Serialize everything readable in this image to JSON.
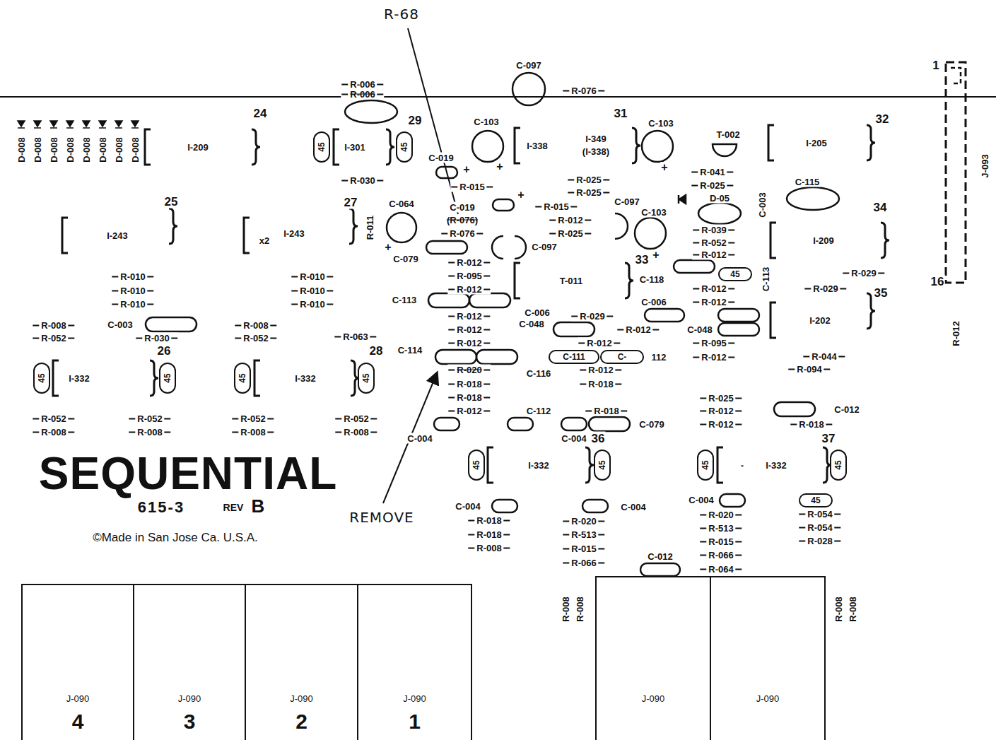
{
  "diagram": {
    "nodes": [
      {
        "text": [
          "45"
        ]
      },
      {
        "text": [
          "45"
        ]
      },
      {
        "text": [
          "45"
        ]
      },
      {
        "text": [
          "C-111"
        ]
      },
      {
        "text": [
          "C-"
        ]
      },
      {
        "text": [
          "45"
        ]
      },
      {
        "text": [
          "45"
        ]
      },
      {
        "text": [
          "45"
        ]
      },
      {
        "text": [
          "45"
        ]
      },
      {
        "text": [
          "45"
        ]
      },
      {
        "text": [
          "45"
        ]
      },
      {
        "text": [
          "45"
        ]
      },
      {
        "text": [
          "45"
        ]
      },
      {
        "text": [
          "45"
        ]
      },
      {
        "text": [
          "J-090",
          "4"
        ]
      },
      {
        "text": [
          "J-090",
          "3"
        ]
      },
      {
        "text": [
          "J-090",
          "2"
        ]
      },
      {
        "text": [
          "J-090",
          "1"
        ]
      },
      {
        "text": [
          "J-090"
        ]
      },
      {
        "text": [
          "J-090"
        ]
      }
    ],
    "labels": [
      "R-68",
      "C-097",
      "R-076",
      "R-006",
      "R-006",
      "24",
      "29",
      "31",
      "32",
      "1",
      "C-103",
      "C-103",
      "T-002",
      "D-008",
      "D-008",
      "D-008",
      "D-008",
      "D-008",
      "D-008",
      "D-008",
      "D-008",
      "I-209",
      "I-301",
      "I-338",
      "I-349",
      "(I-338)",
      "I-205",
      "J-093",
      "C-019",
      "+",
      "+",
      "+",
      "R-030",
      "R-015",
      "R-025",
      "R-025",
      "R-041",
      "R-025",
      "C-115",
      "D-05",
      "C-003",
      "25",
      "27",
      "R-011",
      "C-064",
      "C-019",
      "+",
      "R-015",
      "C-097",
      "C-103",
      "34",
      "I-243",
      "x2",
      "I-243",
      "(R-076)",
      "R-076",
      "R-012",
      "R-025",
      "C-097",
      "+",
      "C-079",
      "R-039",
      "R-052",
      "R-012",
      "I-209",
      "33",
      "+",
      "R-012",
      "R-095",
      "R-012",
      "T-011",
      "C-118",
      "R-029",
      "R-029",
      "35",
      "16",
      "R-010",
      "R-010",
      "R-010",
      "R-010",
      "R-010",
      "R-010",
      "C-113",
      "R-012",
      "R-012",
      "C-113",
      "R-012",
      "C-006",
      "C-048",
      "R-029",
      "C-006",
      "R-012",
      "C-048",
      "R-012",
      "R-012",
      "R-012",
      "I-202",
      "R-008",
      "R-052",
      "C-003",
      "R-030",
      "26",
      "R-008",
      "R-052",
      "R-063",
      "28",
      "C-114",
      "R-012",
      "112",
      "R-095",
      "R-012",
      "R-044",
      "R-094",
      "R-020",
      "R-018",
      "R-018",
      "R-012",
      "C-116",
      "R-012",
      "R-018",
      "I-332",
      "I-332",
      "R-052",
      "R-008",
      "R-052",
      "R-008",
      "R-052",
      "R-008",
      "R-052",
      "R-008",
      "C-112",
      "R-018",
      "C-079",
      "R-025",
      "R-012",
      "R-012",
      "C-012",
      "R-018",
      "C-004",
      "C-004",
      "36",
      "37",
      "I-332",
      "-",
      "I-332",
      "SEQUENTIAL",
      "615-3",
      "REV",
      "B",
      "©Made in San Jose Ca. U.S.A.",
      "REMOVE",
      "C-004",
      "C-004",
      "C-004",
      "R-018",
      "R-018",
      "R-008",
      "R-020",
      "R-513",
      "R-015",
      "R-066",
      "R-020",
      "R-513",
      "R-015",
      "R-066",
      "R-064",
      "R-054",
      "R-054",
      "R-028",
      "C-012",
      "R-008",
      "R-008",
      "R-008",
      "R-008"
    ]
  }
}
